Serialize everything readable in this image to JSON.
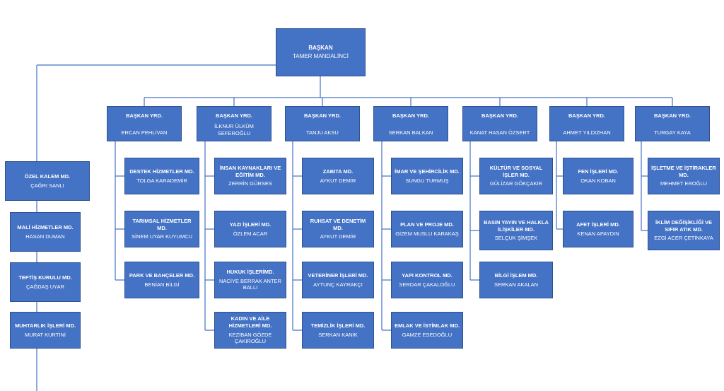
{
  "president": {
    "title": "BAŞKAN",
    "name": "TAMER MANDALİNCİ"
  },
  "staff": [
    {
      "title": "ÖZEL KALEM MD.",
      "name": "ÇAĞRI SANLI"
    },
    {
      "title": "MALİ HİZMETLER MD.",
      "name": "HASAN DUMAN"
    },
    {
      "title": "TEFTİŞ KURULU MD.",
      "name": "ÇAĞDAŞ UYAR"
    },
    {
      "title": "MUHTARLIK İŞLERİ MD.",
      "name": "MURAT KURTİNİ"
    }
  ],
  "deputies": [
    {
      "title": "BAŞKAN YRD.",
      "name": "ERCAN PEHLİVAN",
      "units": [
        {
          "title": "DESTEK HİZMETLER MD.",
          "name": "TOLGA KARADEMİR"
        },
        {
          "title": "TARIMSAL HİZMETLER MD.",
          "name": "SİNEM UYAR KUYUMCU"
        },
        {
          "title": "PARK VE BAHÇELER MD.",
          "name": "BENİAN BİLGİ"
        }
      ]
    },
    {
      "title": "BAŞKAN YRD.",
      "name": "İLKNUR ÜLKÜM SEFEROĞLU",
      "units": [
        {
          "title": "İNSAN KAYNAKLARI ve EĞİTİM MD.",
          "name": "ZERRİN GÜRSES"
        },
        {
          "title": "YAZI İŞLERİ MD.",
          "name": "ÖZLEM ACAR"
        },
        {
          "title": "HUKUK İŞLERİMD.",
          "name": "NACİYE BERRAK ANTER BALLI"
        },
        {
          "title": "KADIN VE AİLE HİZMETLERİ MD.",
          "name": "KEZİBAN GÖZDE ÇAKIROĞLU"
        }
      ]
    },
    {
      "title": "BAŞKAN YRD.",
      "name": "TANJU AKSU",
      "units": [
        {
          "title": "ZABITA MD.",
          "name": "AYKUT DEMİR"
        },
        {
          "title": "RUHSAT VE DENETİM MD.",
          "name": "AYKUT DEMİR"
        },
        {
          "title": "VETERİNER İŞLERİ MD.",
          "name": "AYTUNÇ KAYRAKÇI"
        },
        {
          "title": "TEMİZLİK İŞLERİ MD.",
          "name": "SERKAN KANİK"
        }
      ]
    },
    {
      "title": "BAŞKAN YRD.",
      "name": "SERKAN BALKAN",
      "units": [
        {
          "title": "İMAR VE ŞEHİRCİLİK MD.",
          "name": "SUNGU TURMUŞ"
        },
        {
          "title": "PLAN VE PROJE MD.",
          "name": "GİZEM MUSLU KARAKAŞ"
        },
        {
          "title": "YAPI KONTROL MD.",
          "name": "SERDAR ÇAKALOĞLU"
        },
        {
          "title": "EMLAK VE İSTİMLAK MD.",
          "name": "GAMZE ESEDOĞLU"
        }
      ]
    },
    {
      "title": "BAŞKAN YRD.",
      "name": "KANAT HASAN ÖZSERT",
      "units": [
        {
          "title": "KÜLTÜR VE SOSYAL İŞLER MD.",
          "name": "GÜLİZAR GÖKÇAKIR"
        },
        {
          "title": "BASIN YAYIN VE HALKLA İLİŞKİLER MD.",
          "name": "SELÇUK ŞİMŞEK"
        },
        {
          "title": "BİLGİ İŞLEM MD.",
          "name": "SERKAN AKALAN"
        }
      ]
    },
    {
      "title": "BAŞKAN YRD.",
      "name": "AHMET YILDIZHAN",
      "units": [
        {
          "title": "FEN İŞLERİ MD.",
          "name": "OKAN KOBAN"
        },
        {
          "title": "AFET İŞLERİ MD.",
          "name": "KENAN APAYDIN"
        }
      ]
    },
    {
      "title": "BAŞKAN YRD.",
      "name": "TURGAY KAYA",
      "units": [
        {
          "title": "İŞLETME VE İŞTİRAKLER MD.",
          "name": "MEHMET EROĞLU"
        },
        {
          "title": "İKLİM DEĞİŞİKLİĞİ VE SIFIR ATIK MD.",
          "name": "EZGİ ACER ÇETİNKAYA"
        }
      ]
    }
  ],
  "colors": {
    "box": "#4472c4",
    "border": "#2f528f",
    "line": "#4472c4",
    "text": "#ffffff"
  }
}
